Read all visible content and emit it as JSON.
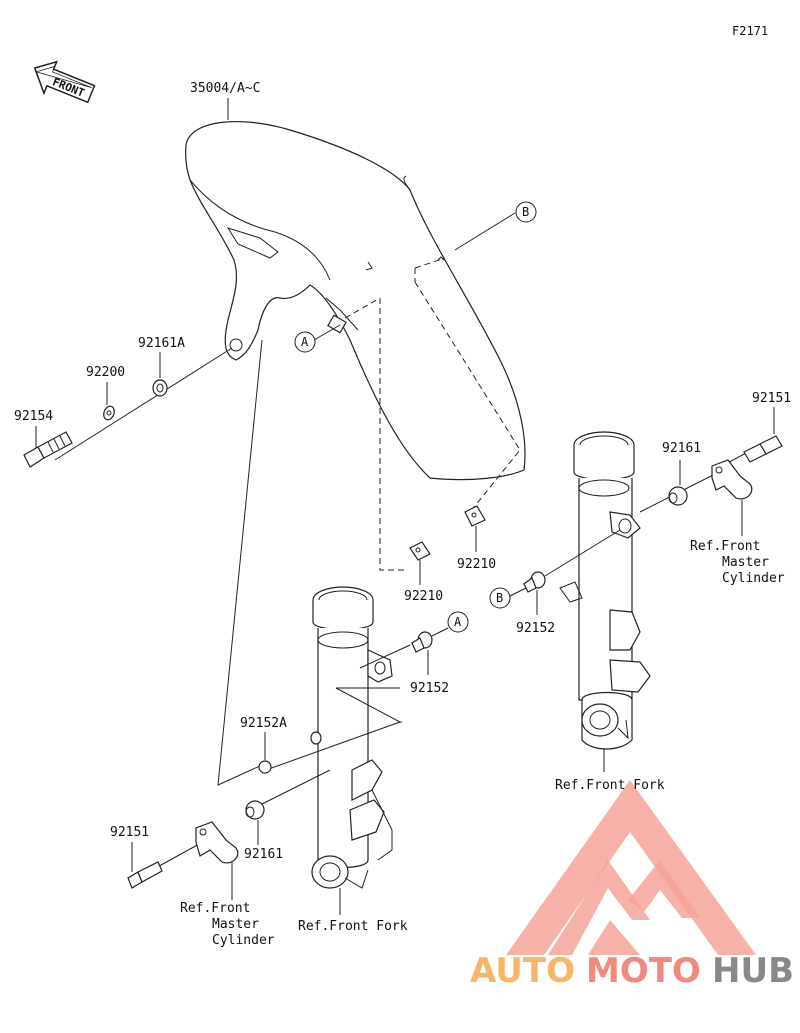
{
  "figure_code": "F2171",
  "direction_label": "FRONT",
  "parts": {
    "fender": "35004/A~C",
    "collar_upper": "92161A",
    "washer": "92200",
    "bolt_left": "92154",
    "clip_center": "92210",
    "clip_right": "92210",
    "bolt_shoulder_a": "92152",
    "bolt_shoulder_b": "92152",
    "collar_a": "92152A",
    "collar_lower": "92161",
    "collar_right": "92161",
    "screw_left": "92151",
    "screw_right": "92151"
  },
  "refs": {
    "ref_fork_left": "Ref.Front Fork",
    "ref_fork_right": "Ref.Front Fork",
    "ref_master_left": [
      "Ref.Front",
      "Master",
      "Cylinder"
    ],
    "ref_master_right": [
      "Ref.Front",
      "Master",
      "Cylinder"
    ]
  },
  "callouts": {
    "a": "A",
    "b": "B"
  },
  "watermark": {
    "auto": "AUTO",
    "moto": "MOTO",
    "hub": "HUB",
    "color_auto": "#f7b56a",
    "color_moto": "#f08a7e",
    "color_hub": "#888888",
    "color_logo": "#f4a39a"
  }
}
